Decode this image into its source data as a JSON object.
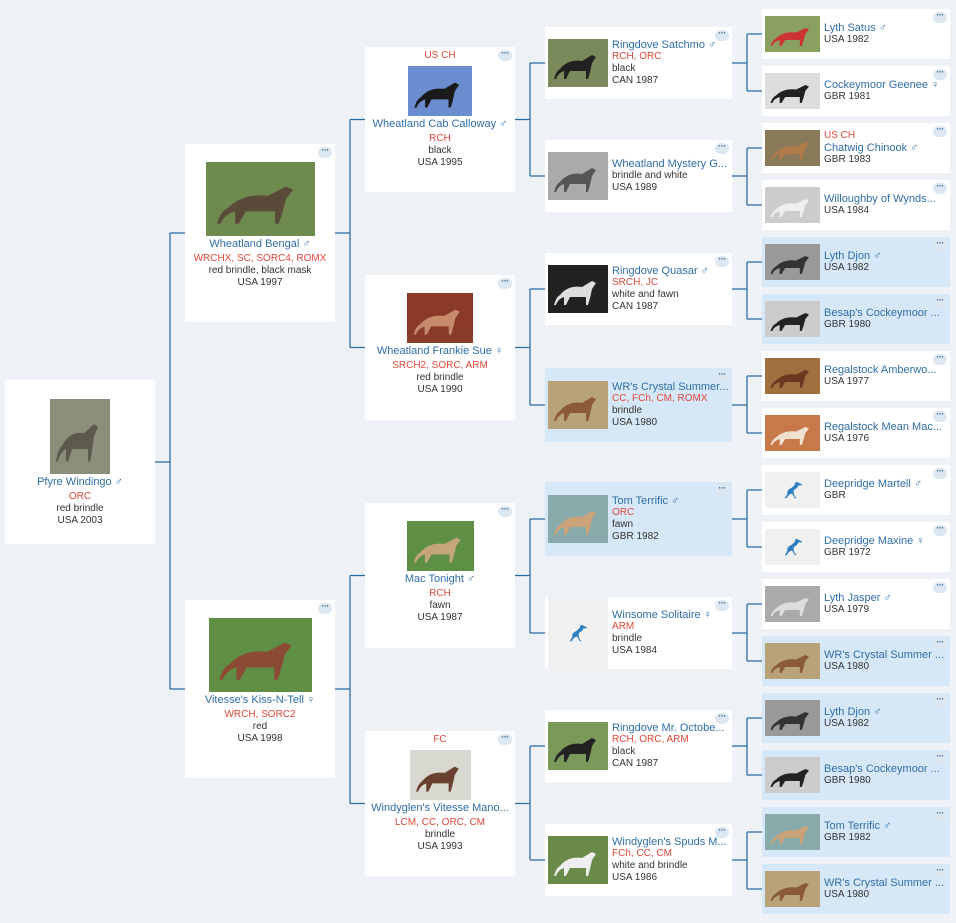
{
  "male_symbol": "♂",
  "female_symbol": "♀",
  "more_label": "···",
  "dogs": {
    "root": {
      "name": "Pfyre Windingo",
      "sex": "♂",
      "titles": "ORC",
      "color": "red brindle",
      "origin": "USA 2003"
    },
    "p1": {
      "name": "Wheatland Bengal",
      "sex": "♂",
      "titles": "WRCHX, SC, SORC4, ROMX",
      "color": "red brindle, black mask",
      "origin": "USA 1997"
    },
    "p2": {
      "name": "Vitesse's Kiss-N-Tell",
      "sex": "♀",
      "titles": "WRCH, SORC2",
      "color": "red",
      "origin": "USA 1998"
    },
    "g1": {
      "name": "Wheatland Cab Calloway",
      "sex": "♂",
      "pretitle": "US CH",
      "titles": "RCH",
      "color": "black",
      "origin": "USA 1995"
    },
    "g2": {
      "name": "Wheatland Frankie Sue",
      "sex": "♀",
      "titles": "SRCH2, SORC, ARM",
      "color": "red brindle",
      "origin": "USA 1990"
    },
    "g3": {
      "name": "Mac Tonight",
      "sex": "♂",
      "titles": "RCH",
      "color": "fawn",
      "origin": "USA 1987"
    },
    "g4": {
      "name": "Windyglen's Vitesse Mano...",
      "sex": "",
      "pretitle": "FC",
      "titles": "LCM, CC, ORC, CM",
      "color": "brindle",
      "origin": "USA 1993"
    },
    "gg1": {
      "name": "Ringdove Satchmo",
      "sex": "♂",
      "titles": "RCH, ORC",
      "color": "black",
      "origin": "CAN 1987"
    },
    "gg2": {
      "name": "Wheatland Mystery G...",
      "sex": "",
      "titles": "",
      "color": "brindle and white",
      "origin": "USA 1989"
    },
    "gg3": {
      "name": "Ringdove Quasar",
      "sex": "♂",
      "titles": "SRCH, JC",
      "color": "white and fawn",
      "origin": "CAN 1987"
    },
    "gg4": {
      "name": "WR's Crystal Summer...",
      "sex": "",
      "titles": "CC, FCh, CM, ROMX",
      "color": "brindle",
      "origin": "USA 1980"
    },
    "gg5": {
      "name": "Tom Terrific",
      "sex": "♂",
      "titles": "ORC",
      "color": "fawn",
      "origin": "GBR 1982"
    },
    "gg6": {
      "name": "Winsome Solitaire",
      "sex": "♀",
      "titles": "ARM",
      "color": "brindle",
      "origin": "USA 1984"
    },
    "gg7": {
      "name": "Ringdove Mr. Octobe...",
      "sex": "",
      "titles": "RCH, ORC, ARM",
      "color": "black",
      "origin": "CAN 1987"
    },
    "gg8": {
      "name": "Windyglen's Spuds M...",
      "sex": "",
      "titles": "FCh, CC, CM",
      "color": "white and brindle",
      "origin": "USA 1986"
    },
    "ggg1": {
      "name": "Lyth Satus",
      "sex": "♂",
      "origin": "USA 1982"
    },
    "ggg2": {
      "name": "Cockeymoor Geenee",
      "sex": "♀",
      "origin": "GBR 1981"
    },
    "ggg3": {
      "name": "Chatwig Chinook",
      "sex": "♂",
      "pretitle": "US CH",
      "origin": "GBR 1983"
    },
    "ggg4": {
      "name": "Willoughby of Wynds...",
      "sex": "",
      "origin": "USA 1984"
    },
    "ggg5": {
      "name": "Lyth Djon",
      "sex": "♂",
      "origin": "USA 1982"
    },
    "ggg6": {
      "name": "Besap's Cockeymoor ...",
      "sex": "",
      "origin": "GBR 1980"
    },
    "ggg7": {
      "name": "Regalstock Amberwo...",
      "sex": "",
      "origin": "USA 1977"
    },
    "ggg8": {
      "name": "Regalstock Mean Mac...",
      "sex": "",
      "origin": "USA 1976"
    },
    "ggg9": {
      "name": "Deepridge Martell",
      "sex": "♂",
      "origin": "GBR"
    },
    "ggg10": {
      "name": "Deepridge Maxine",
      "sex": "♀",
      "origin": "GBR 1972"
    },
    "ggg11": {
      "name": "Lyth Jasper",
      "sex": "♂",
      "origin": "USA 1979"
    },
    "ggg12": {
      "name": "WR's Crystal Summer ...",
      "sex": "",
      "origin": "USA 1980"
    },
    "ggg13": {
      "name": "Lyth Djon",
      "sex": "♂",
      "origin": "USA 1982"
    },
    "ggg14": {
      "name": "Besap's Cockeymoor ...",
      "sex": "",
      "origin": "GBR 1980"
    },
    "ggg15": {
      "name": "Tom Terrific",
      "sex": "♂",
      "origin": "GBR 1982"
    },
    "ggg16": {
      "name": "WR's Crystal Summer ...",
      "sex": "",
      "origin": "USA 1980"
    }
  },
  "colors": {
    "background": "#eef2f6",
    "card": "#ffffff",
    "highlight": "#d6e8f7",
    "name": "#2f6ea5",
    "title": "#e0473a",
    "connector": "#2f6ea5",
    "placeholder_icon": "#2f7fc0"
  },
  "icons": {
    "more": "more-dots-icon",
    "placeholder": "greyhound-silhouette-icon"
  }
}
